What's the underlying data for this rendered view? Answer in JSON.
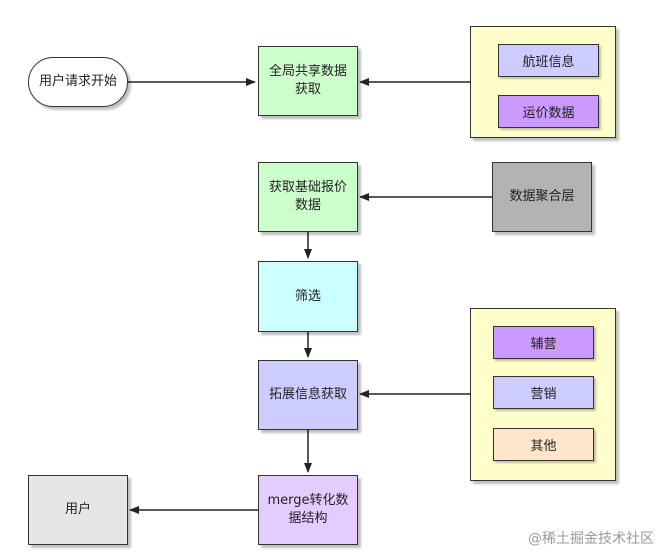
{
  "nodes": {
    "start": "用户请求开始",
    "shared_data": "全局共享数据获取",
    "base_quote": "获取基础报价数据",
    "filter": "筛选",
    "expand_info": "拓展信息获取",
    "merge": "merge转化数据结构",
    "user": "用户",
    "aggregation_layer": "数据聚合层"
  },
  "panel_top": {
    "items": [
      "航班信息",
      "运价数据"
    ]
  },
  "panel_bottom": {
    "items": [
      "辅营",
      "营销",
      "其他"
    ]
  },
  "watermark": "@稀土掘金技术社区",
  "colors": {
    "green": "#ccffcc",
    "cyan": "#ccffff",
    "lavender": "#ccccff",
    "purple": "#cc99ff",
    "lilac": "#e5ccff",
    "peach": "#ffe5cc",
    "gray": "#b3b3b3",
    "light_gray": "#e6e6e6",
    "panel_yellow": "#ffffcc"
  }
}
